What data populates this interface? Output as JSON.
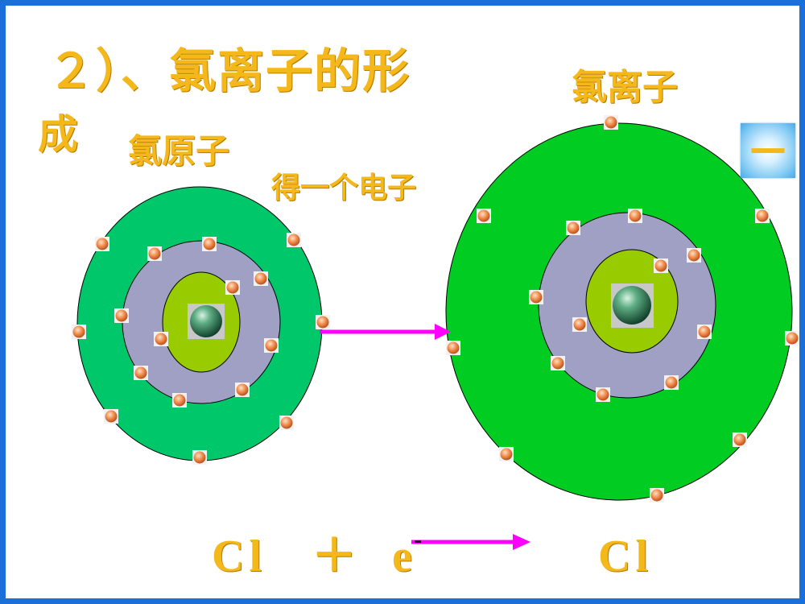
{
  "title": {
    "line1": "２）、氯离子的形",
    "line2": "成"
  },
  "atom_label": "氯原子",
  "ion_label": "氯离子",
  "gain_label": "得一个电子",
  "charge_sign": "—",
  "equation": {
    "reactant": "Cl",
    "plus": "＋",
    "electron": "e",
    "product": "Cl"
  },
  "colors": {
    "border": "#1a6fd8",
    "text": "#f5b81a",
    "outer_shell_atom": "#00c86a",
    "outer_shell_ion": "#00cc22",
    "middle_shell": "#a0a0c4",
    "inner_shell": "#99cc00",
    "arrow": "#ff00ff",
    "electron": "#f08a4b",
    "nucleus": "#2e8a5a"
  },
  "atom_shells_electrons": [
    2,
    8,
    7
  ],
  "ion_shells_electrons": [
    2,
    8,
    8
  ]
}
